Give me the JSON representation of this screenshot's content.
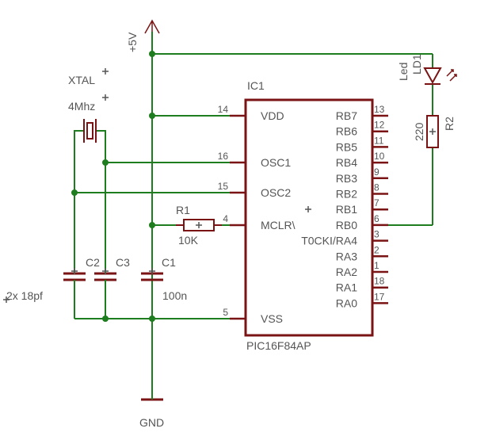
{
  "power": {
    "vcc_label": "+5V",
    "gnd_label": "GND"
  },
  "ic": {
    "ref": "IC1",
    "part": "PIC16F84AP",
    "left_pins": [
      {
        "num": "14",
        "name": "VDD"
      },
      {
        "num": "16",
        "name": "OSC1"
      },
      {
        "num": "15",
        "name": "OSC2"
      },
      {
        "num": "4",
        "name": "MCLR\\"
      },
      {
        "num": "5",
        "name": "VSS"
      }
    ],
    "right_pins": [
      {
        "num": "13",
        "name": "RB7"
      },
      {
        "num": "12",
        "name": "RB6"
      },
      {
        "num": "11",
        "name": "RB5"
      },
      {
        "num": "10",
        "name": "RB4"
      },
      {
        "num": "9",
        "name": "RB3"
      },
      {
        "num": "8",
        "name": "RB2"
      },
      {
        "num": "7",
        "name": "RB1"
      },
      {
        "num": "6",
        "name": "RB0"
      },
      {
        "num": "3",
        "name": "T0CKI/RA4"
      },
      {
        "num": "2",
        "name": "RA3"
      },
      {
        "num": "1",
        "name": "RA2"
      },
      {
        "num": "18",
        "name": "RA1"
      },
      {
        "num": "17",
        "name": "RA0"
      }
    ]
  },
  "xtal": {
    "ref": "XTAL",
    "value": "4Mhz"
  },
  "r1": {
    "ref": "R1",
    "value": "10K"
  },
  "r2": {
    "ref": "R2",
    "value": "220"
  },
  "led": {
    "ref": "LD1",
    "value": "Led"
  },
  "c1": {
    "ref": "C1",
    "value": "100n"
  },
  "c2": {
    "ref": "C2"
  },
  "c3": {
    "ref": "C3"
  },
  "caps_note": "2x 18pf",
  "colors": {
    "wire": "#1e7d1e",
    "part": "#7a1414",
    "text": "#555555"
  }
}
